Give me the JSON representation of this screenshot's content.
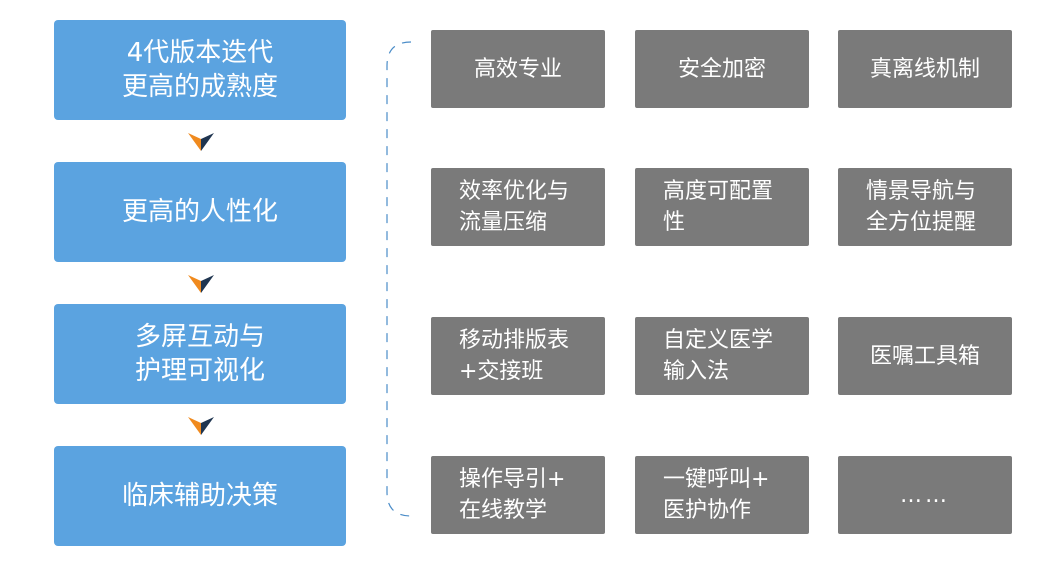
{
  "stages": [
    {
      "label": "4代版本迭代\n更高的成熟度"
    },
    {
      "label": "更高的人性化"
    },
    {
      "label": "多屏互动与\n护理可视化"
    },
    {
      "label": "临床辅助决策"
    }
  ],
  "features": [
    [
      "高效专业",
      "安全加密",
      "真离线机制"
    ],
    [
      "效率优化与\n流量压缩",
      "高度可配置\n性",
      "情景导航与\n全方位提醒"
    ],
    [
      "移动排版表\n+交接班",
      "自定义医学\n输入法",
      "医嘱工具箱"
    ],
    [
      "操作导引+\n在线教学",
      "一键呼叫+\n医护协作",
      "……"
    ]
  ],
  "colors": {
    "stage_blue": "#5ba3e0",
    "feature_gray": "#7a7a7a",
    "arrow_orange": "#f08a1e",
    "arrow_navy": "#1f3550",
    "bracket_line": "#4a8cc8"
  }
}
